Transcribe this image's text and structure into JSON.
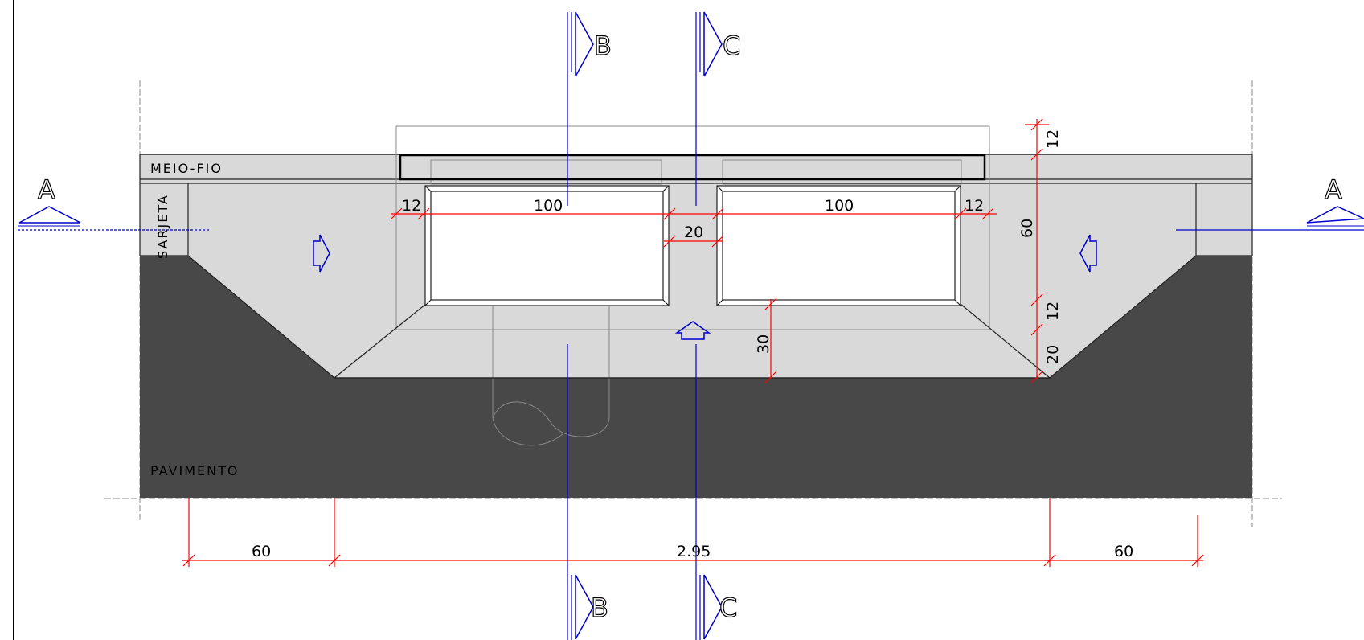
{
  "labels": {
    "curb": "MEIO-FIO",
    "gutter": "SARJETA",
    "pavement": "PAVIMENTO"
  },
  "sections": {
    "a": "A",
    "b": "B",
    "c": "C"
  },
  "dimensions": {
    "grate_left_width": "100",
    "grate_right_width": "100",
    "left_frame": "12",
    "right_frame": "12",
    "gap_between": "20",
    "total_height": "60",
    "top_frame": "12",
    "bottom_frame": "12",
    "bottom_offset": "20",
    "basin_depth": "30",
    "total_width": "2.95",
    "left_taper": "60",
    "right_taper": "60"
  },
  "colors": {
    "pavement": "#484848",
    "gutter": "#d9d9d9",
    "dimension": "#ff0000",
    "section_line": "#0000cc"
  }
}
